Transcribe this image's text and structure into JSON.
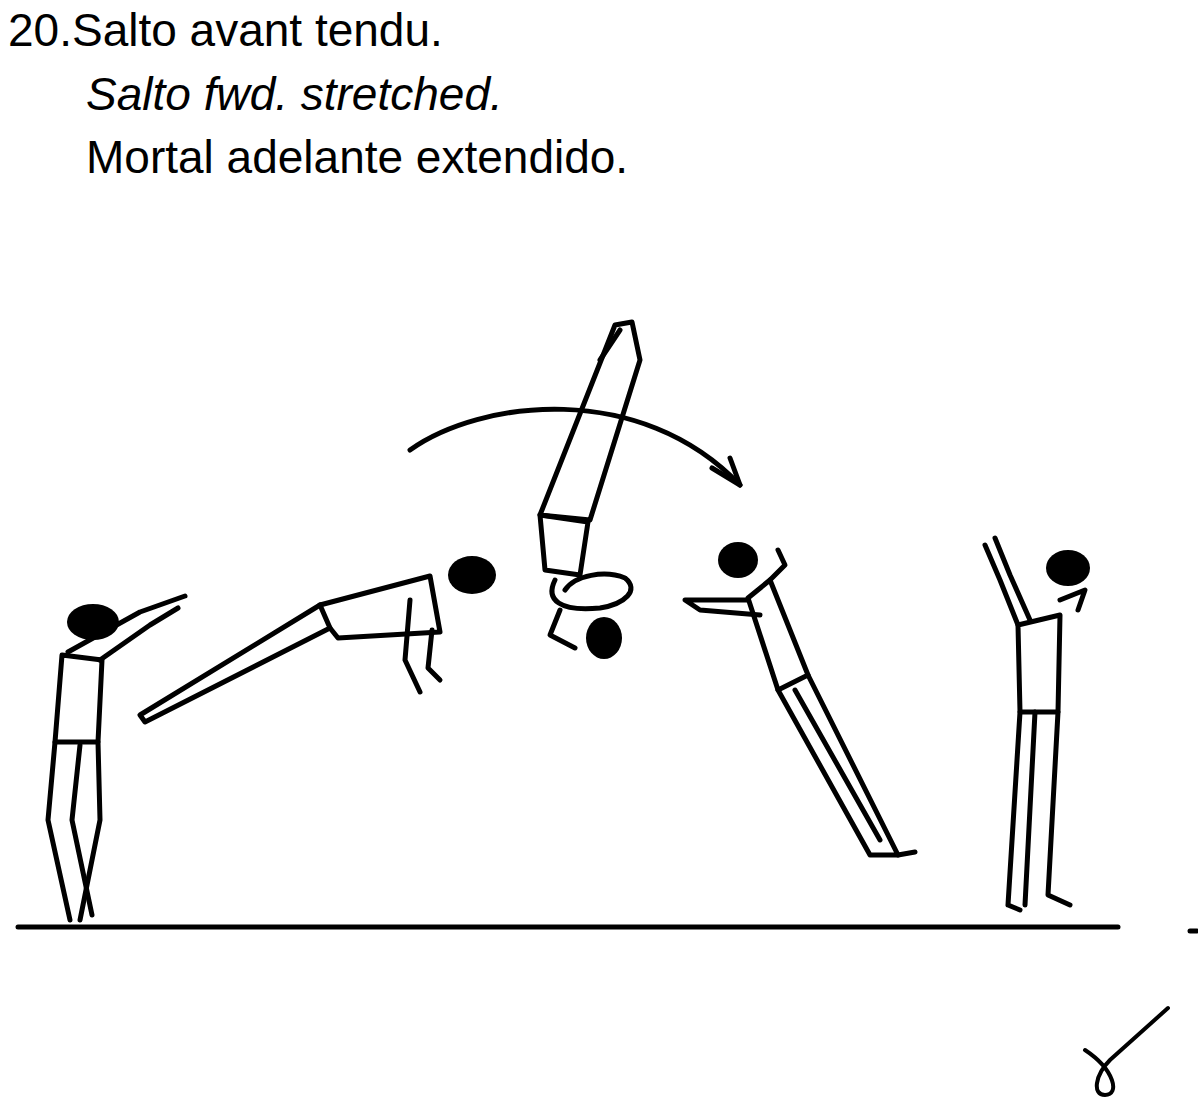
{
  "diagram": {
    "title": "20.Salto avant tendu.",
    "labels": [
      "Salto fwd. stretched.",
      "Mortal adelante extendido."
    ]
  }
}
